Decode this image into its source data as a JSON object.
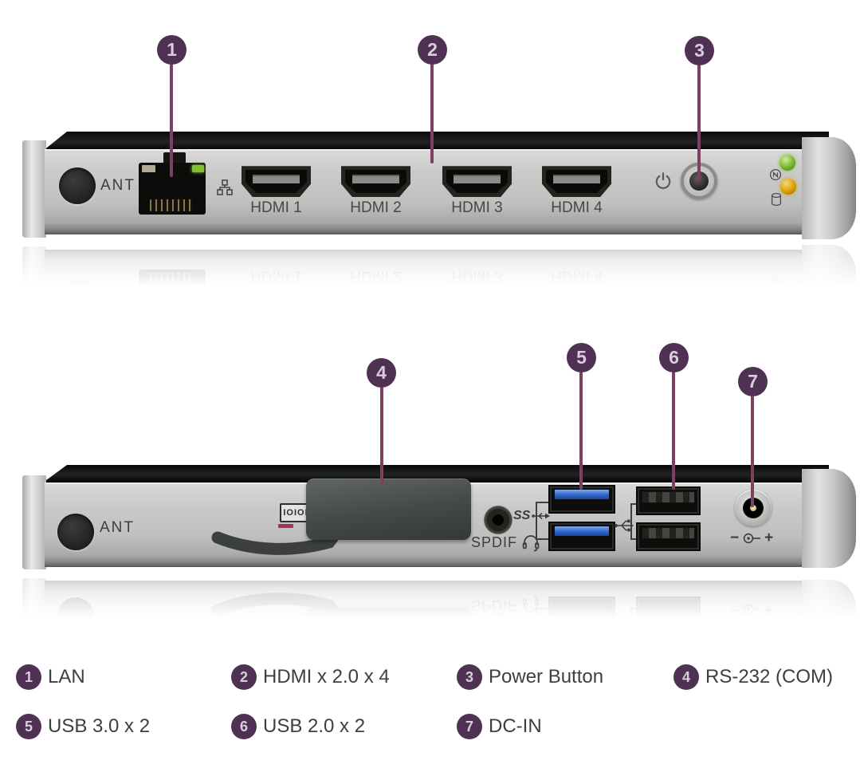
{
  "colors": {
    "callout_bg": "#4f3154",
    "callout_stem": "#7c4060",
    "callout_number": "#d9cde0",
    "legend_label": "#3e3e40",
    "panel_text": "#3d3d3b",
    "usb3_blue": "#2f64c8",
    "led_green": "#76b52f",
    "led_amber": "#dc9f00",
    "lan_led_green": "#7fc22e",
    "serial_dash_red": "#a23556"
  },
  "front_view": {
    "callouts": [
      {
        "num": "1"
      },
      {
        "num": "2"
      },
      {
        "num": "3"
      }
    ],
    "ant_label": "ANT",
    "hdmi_labels": [
      "HDMI 1",
      "HDMI 2",
      "HDMI 3",
      "HDMI 4"
    ],
    "icons": [
      "lan-network-icon",
      "power-icon",
      "power-led-icon",
      "hdd-led-icon"
    ]
  },
  "rear_view": {
    "callouts": [
      {
        "num": "4"
      },
      {
        "num": "5"
      },
      {
        "num": "6"
      },
      {
        "num": "7"
      }
    ],
    "ant_label": "ANT",
    "serial_icon_text": "IOIOI",
    "spdif_label": "SPDIF",
    "ss_usb_text": "SS",
    "dc_polarity": {
      "minus": "−",
      "plus": "+"
    },
    "icons": [
      "serial-port-icon",
      "headphone-icon",
      "usb3-ss-icon",
      "usb-icon",
      "dc-polarity-icon"
    ]
  },
  "legend": {
    "items": [
      {
        "num": "1",
        "label": "LAN"
      },
      {
        "num": "2",
        "label": "HDMI x 2.0 x 4"
      },
      {
        "num": "3",
        "label": "Power Button"
      },
      {
        "num": "4",
        "label": "RS-232 (COM)"
      },
      {
        "num": "5",
        "label": "USB 3.0 x 2"
      },
      {
        "num": "6",
        "label": "USB 2.0 x 2"
      },
      {
        "num": "7",
        "label": "DC-IN"
      }
    ]
  }
}
